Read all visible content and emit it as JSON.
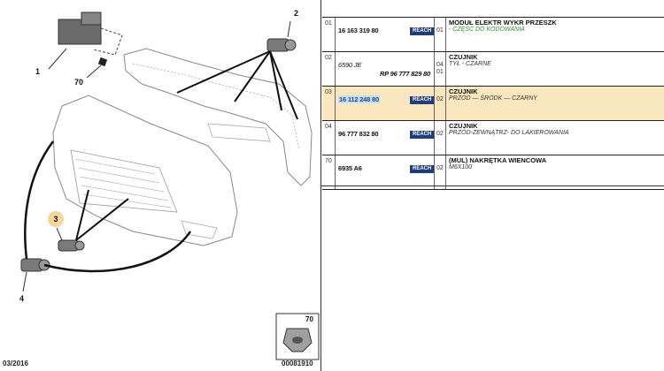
{
  "diagram": {
    "date": "03/2016",
    "code": "00081910",
    "callouts": [
      "1",
      "2",
      "3",
      "4",
      "70"
    ],
    "inset_callout": "70"
  },
  "parts": [
    {
      "idx": "01",
      "ref": "16 163 319 80",
      "ref2": "",
      "badge": "REACH",
      "qty": "01",
      "qty2": "",
      "title": "MODUŁ ELEKTR WYKR PRZESZK",
      "subtitle": "- CZĘŚĆ DO KODOWANIA",
      "selected": false
    },
    {
      "idx": "02",
      "ref": "6590 JE",
      "ref2": "RP 96 777 829 80",
      "badge": "",
      "qty": "04",
      "qty2": "01",
      "title": "CZUJNIK",
      "subtitle": "TYŁ - CZARNE",
      "selected": false
    },
    {
      "idx": "03",
      "ref": "16 112 248 80",
      "ref2": "",
      "badge": "REACH",
      "qty": "02",
      "qty2": "",
      "title": "CZUJNIK",
      "subtitle": "PRZÓD — ŚRODK — CZARNY",
      "selected": true
    },
    {
      "idx": "04",
      "ref": "96 777 832 80",
      "ref2": "",
      "badge": "REACH",
      "qty": "02",
      "qty2": "",
      "title": "CZUJNIK",
      "subtitle": "PRZÓD-ZEWNĄTRZ- DO LAKIEROWANIA",
      "selected": false
    },
    {
      "idx": "70",
      "ref": "6935 A6",
      "ref2": "",
      "badge": "REACH",
      "qty": "02",
      "qty2": "",
      "title": "(MUL) NAKRĘTKA WIENCOWA",
      "subtitle": "M6X100",
      "selected": false
    }
  ],
  "colors": {
    "reach_badge": "#1f3d7a",
    "selected_row": "#fbe7bf",
    "green_note": "#2f8f2f",
    "highlight_ref": "#c9dcf2",
    "callout_circle": "#f6d79a"
  }
}
